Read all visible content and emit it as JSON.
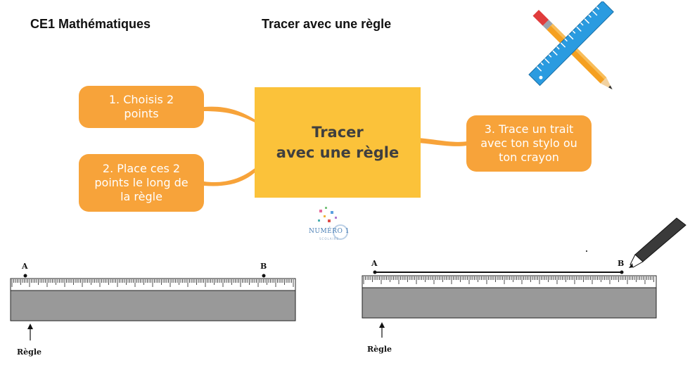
{
  "header": {
    "subject": "CE1 Mathématiques",
    "title": "Tracer avec une règle"
  },
  "mindmap": {
    "center": "Tracer\navec une règle",
    "steps": [
      "1. Choisis 2\npoints",
      "2. Place ces 2\npoints le long de\nla règle",
      "3. Trace un trait\navec ton stylo ou\nton crayon"
    ]
  },
  "logo": {
    "name": "NUMÉRO 1",
    "subtitle": "SCOLAIRE"
  },
  "illustrations": {
    "left": {
      "point_a": "A",
      "point_b": "B",
      "ruler_label": "Règle"
    },
    "right": {
      "point_a": "A",
      "point_b": "B",
      "ruler_label": "Règle"
    }
  },
  "colors": {
    "step_box": "#f7a33a",
    "center_box": "#fbc23a",
    "ruler_body": "#999999",
    "pencil_body": "#f5a020",
    "ruler_icon": "#2a9be0"
  },
  "icons": [
    "ruler-icon",
    "pencil-icon",
    "pen-icon",
    "arrow-up-icon"
  ]
}
